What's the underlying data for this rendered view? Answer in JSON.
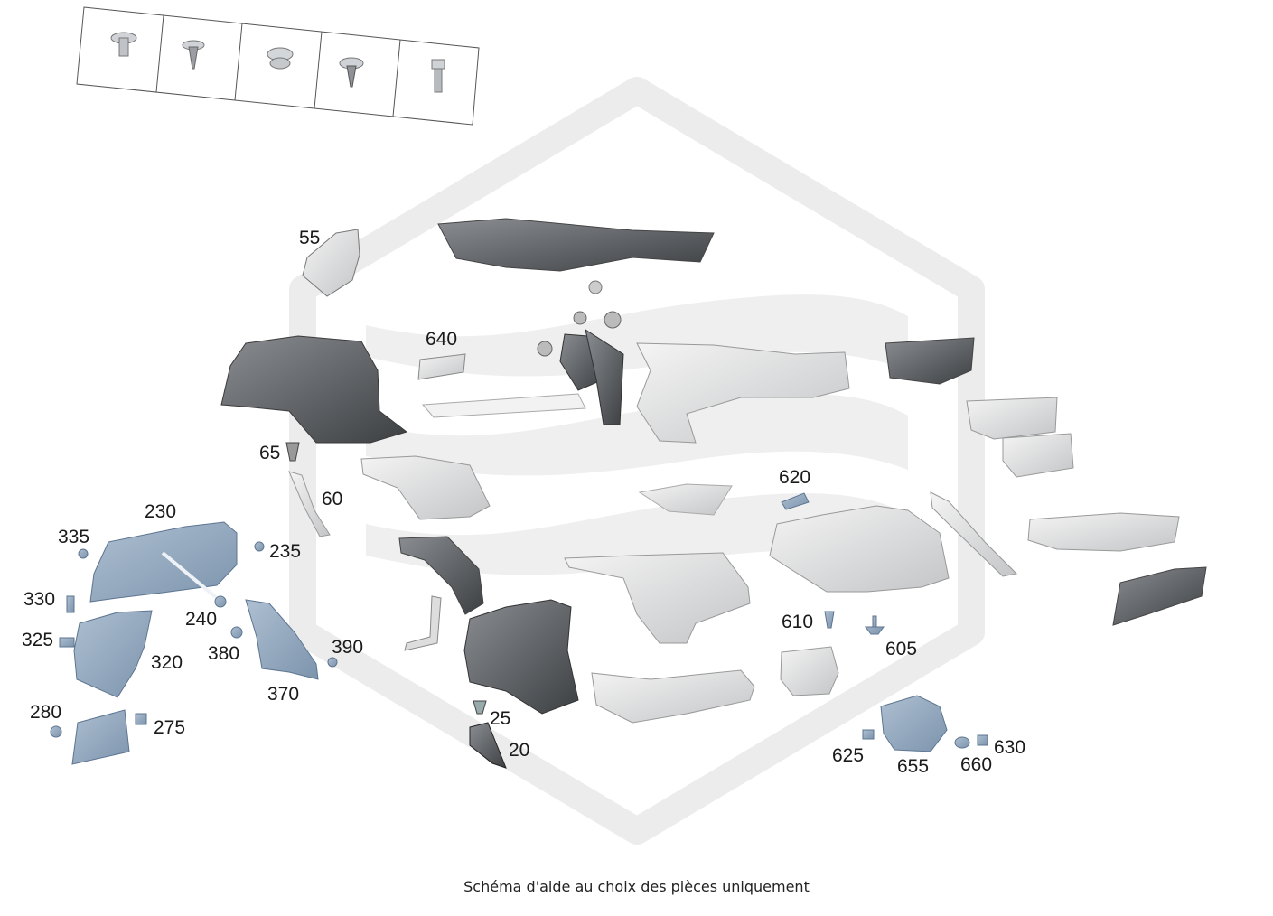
{
  "caption": "Schéma d'aide au choix des pièces uniquement",
  "callouts": [
    {
      "id": "55",
      "text": "55"
    },
    {
      "id": "640",
      "text": "640"
    },
    {
      "id": "65",
      "text": "65"
    },
    {
      "id": "60",
      "text": "60"
    },
    {
      "id": "230",
      "text": "230"
    },
    {
      "id": "335",
      "text": "335"
    },
    {
      "id": "235",
      "text": "235"
    },
    {
      "id": "330",
      "text": "330"
    },
    {
      "id": "240",
      "text": "240"
    },
    {
      "id": "325",
      "text": "325"
    },
    {
      "id": "320",
      "text": "320"
    },
    {
      "id": "380",
      "text": "380"
    },
    {
      "id": "390",
      "text": "390"
    },
    {
      "id": "370",
      "text": "370"
    },
    {
      "id": "280",
      "text": "280"
    },
    {
      "id": "275",
      "text": "275"
    },
    {
      "id": "25",
      "text": "25"
    },
    {
      "id": "20",
      "text": "20"
    },
    {
      "id": "620",
      "text": "620"
    },
    {
      "id": "610",
      "text": "610"
    },
    {
      "id": "605",
      "text": "605"
    },
    {
      "id": "625",
      "text": "625"
    },
    {
      "id": "655",
      "text": "655"
    },
    {
      "id": "660",
      "text": "660"
    },
    {
      "id": "630",
      "text": "630"
    }
  ],
  "fastener_legend": [
    {
      "icon": "flange-screw-icon"
    },
    {
      "icon": "tapping-screw-icon"
    },
    {
      "icon": "clip-nut-icon"
    },
    {
      "icon": "hex-screw-icon"
    },
    {
      "icon": "bolt-icon"
    }
  ],
  "colors": {
    "highlight_part": "#8fa6bf",
    "dark_part": "#5f6368",
    "light_part": "#d9dadb",
    "watermark": "#ececec"
  }
}
